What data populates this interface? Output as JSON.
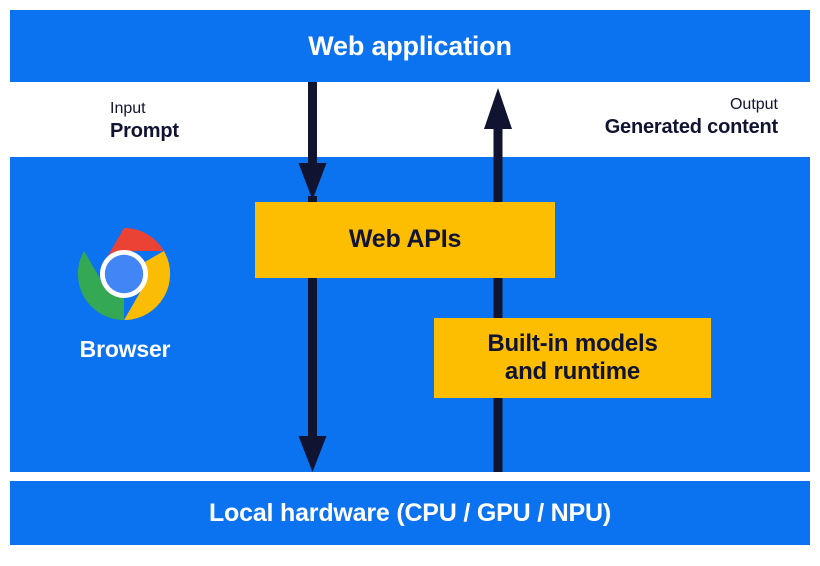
{
  "diagram": {
    "title": "Web application to local hardware built-in AI flow",
    "colors": {
      "blue": "#0b72f0",
      "yellow": "#fdbd01",
      "arrow": "#101430",
      "text_dark": "#101430",
      "text_light": "#ffffff",
      "background": "#ffffff",
      "chrome_red": "#ea4335",
      "chrome_yellow": "#fbbc05",
      "chrome_green": "#34a853",
      "chrome_blue": "#4285f4",
      "chrome_ring": "#ffffff"
    }
  },
  "bands": {
    "top": {
      "label": "Web application"
    },
    "middle": {
      "browser_caption": "Browser",
      "browser_icon": "chrome-logo-icon"
    },
    "bottom": {
      "label": "Local hardware (CPU / GPU / NPU)"
    }
  },
  "io": {
    "input": {
      "kind": "Input",
      "value": "Prompt"
    },
    "output": {
      "kind": "Output",
      "value": "Generated content"
    }
  },
  "boxes": {
    "web_apis": {
      "label": "Web APIs"
    },
    "builtin": {
      "line1": "Built-in models",
      "line2": "and runtime"
    }
  },
  "arrows": {
    "downward": {
      "name": "input-flow-arrow",
      "direction": "down"
    },
    "upward": {
      "name": "output-flow-arrow",
      "direction": "up"
    }
  }
}
